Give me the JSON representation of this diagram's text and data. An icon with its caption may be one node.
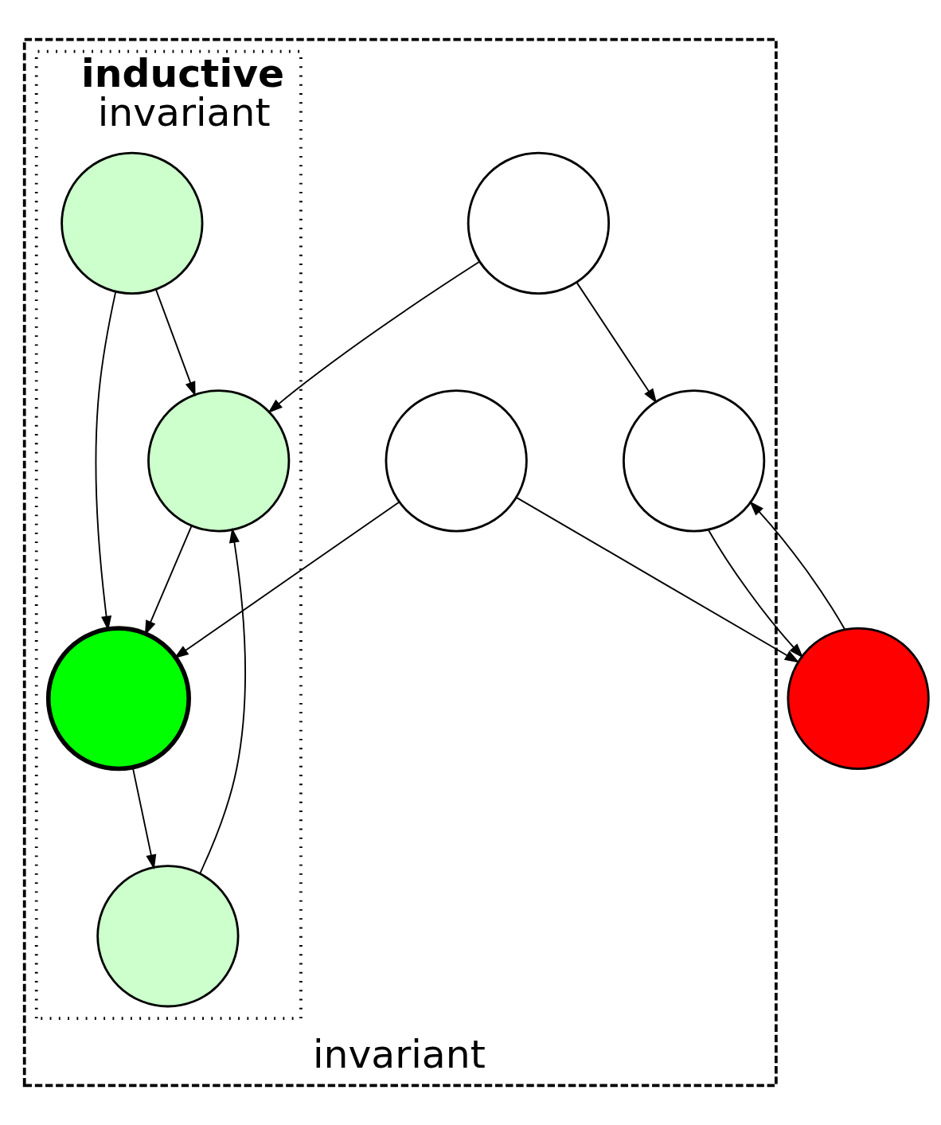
{
  "diagram": {
    "nodes": [
      {
        "text": [
          "invariant"
        ]
      },
      {
        "text": [
          "inductive",
          "invariant"
        ],
        "in": 0
      },
      {
        "text": [],
        "shape": "circle"
      },
      {
        "text": [],
        "shape": "circle",
        "in": 0
      },
      {
        "text": [],
        "shape": "circle",
        "in": 1
      },
      {
        "text": [],
        "shape": "circle",
        "in": 0
      },
      {
        "text": [],
        "shape": "circle",
        "in": 1
      },
      {
        "text": [],
        "shape": "circle",
        "in": 0
      },
      {
        "text": [],
        "shape": "circle",
        "in": 1
      },
      {
        "text": [],
        "shape": "circle",
        "in": 1
      }
    ],
    "edges": [
      {
        "from": 2,
        "to": 3,
        "arrow": "to"
      },
      {
        "from": 3,
        "to": 2,
        "arrow": "to"
      },
      {
        "from": 5,
        "to": 2,
        "arrow": "to"
      },
      {
        "from": 7,
        "to": 3,
        "arrow": "to"
      },
      {
        "from": 4,
        "to": 8,
        "arrow": "to"
      },
      {
        "from": 4,
        "to": 6,
        "arrow": "to"
      },
      {
        "from": 5,
        "to": 8,
        "arrow": "to"
      },
      {
        "from": 6,
        "to": 8,
        "arrow": "to"
      },
      {
        "from": 7,
        "to": 6,
        "arrow": "to"
      },
      {
        "from": 8,
        "to": 9,
        "arrow": "to"
      },
      {
        "from": 9,
        "to": 6,
        "arrow": "to"
      }
    ]
  }
}
